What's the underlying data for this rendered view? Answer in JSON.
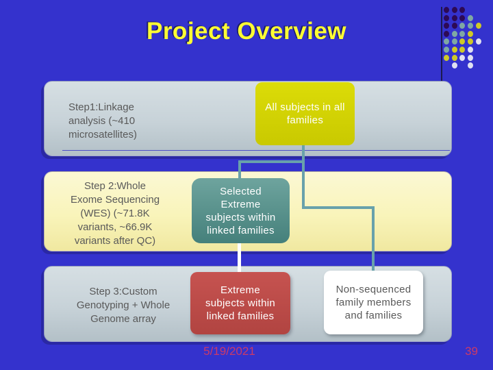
{
  "slide": {
    "title": "Project Overview",
    "footer": {
      "date": "5/19/2021",
      "page_number": "39"
    }
  },
  "diagram": {
    "rows": [
      {
        "step_lines": [
          "Step1:Linkage",
          "analysis (~410",
          "microsatellites)"
        ],
        "box": {
          "lines": [
            "All subjects in all",
            "families"
          ],
          "style": "yellow"
        }
      },
      {
        "step_lines": [
          "Step 2:Whole",
          "Exome Sequencing",
          "(WES) (~71.8K",
          "variants, ~66.9K",
          "variants after QC)"
        ],
        "box": {
          "lines": [
            "Selected",
            "Extreme",
            "subjects within",
            "linked families"
          ],
          "style": "teal"
        }
      },
      {
        "step_lines": [
          "Step 3:Custom",
          "Genotyping + Whole",
          "Genome array"
        ],
        "box": {
          "lines": [
            "Extreme",
            "subjects within",
            "linked families"
          ],
          "style": "red"
        },
        "box2": {
          "lines": [
            "Non-sequenced",
            "family members",
            "and families"
          ],
          "style": "white"
        }
      }
    ]
  },
  "colors": {
    "background": "#3432cd",
    "title_text": "#ffff33",
    "footer_text": "#cb3a68",
    "panel_silver": "#c7d2d8",
    "panel_cream": "#f9f4ba",
    "box_yellow": "#cfcc00",
    "box_teal": "#58918c",
    "box_red": "#bd4b48",
    "box_white": "#ffffff",
    "connector_teal": "#68a1ab",
    "connector_white": "#ffffff",
    "step_text": "#595959"
  },
  "decor": {
    "dot_colors": {
      "navy": "#2d0a55",
      "teal": "#7fa8a3",
      "yellow": "#cfc927",
      "white": "#dfe0f2"
    },
    "dot_grid": [
      [
        "navy",
        "navy",
        "navy",
        null,
        null
      ],
      [
        "navy",
        "navy",
        "navy",
        "teal",
        null
      ],
      [
        "navy",
        "navy",
        "teal",
        "teal",
        "yellow"
      ],
      [
        "navy",
        "teal",
        "teal",
        "yellow",
        null
      ],
      [
        "teal",
        "teal",
        "yellow",
        "yellow",
        "white"
      ],
      [
        "teal",
        "yellow",
        "yellow",
        "white",
        null
      ],
      [
        "yellow",
        "yellow",
        "white",
        "white",
        null
      ],
      [
        null,
        "white",
        null,
        "white",
        null
      ]
    ]
  }
}
